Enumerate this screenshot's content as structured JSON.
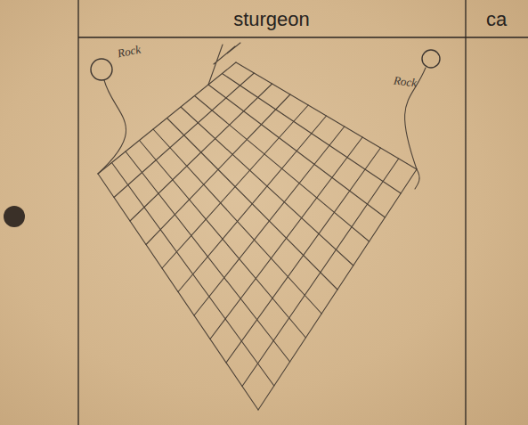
{
  "diagram": {
    "nodes": [
      {
        "text": [
          "Rock"
        ]
      },
      {
        "text": [
          "Rock"
        ]
      }
    ],
    "labels": [
      "sturgeon",
      "ca"
    ]
  }
}
